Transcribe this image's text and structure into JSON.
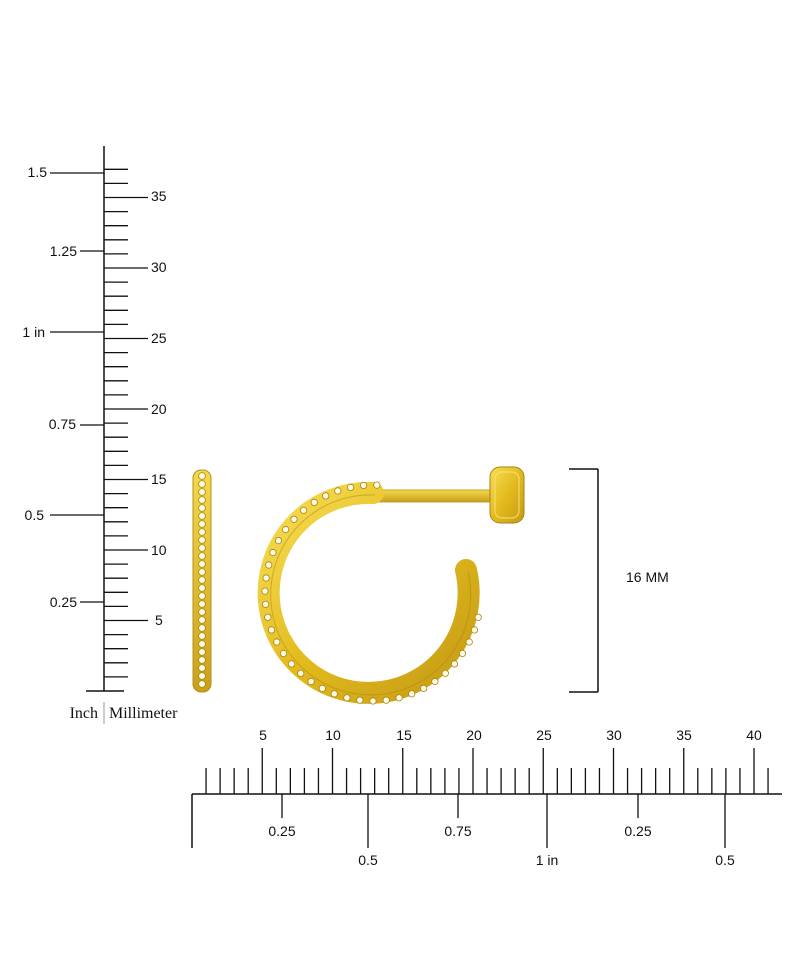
{
  "vertical_ruler": {
    "inch_labels": [
      "1.5",
      "1.25",
      "1 in",
      "0.75",
      "0.5",
      "0.25"
    ],
    "mm_labels": [
      "35",
      "30",
      "25",
      "20",
      "15",
      "10",
      "5"
    ],
    "inch_caption": "Inch",
    "mm_caption": "Millimeter"
  },
  "horizontal_ruler": {
    "mm_labels": [
      "5",
      "10",
      "15",
      "20",
      "25",
      "30",
      "35",
      "40"
    ],
    "inch_labels_row1": [
      "0.25",
      "0.75",
      "0.25"
    ],
    "inch_labels_row2": [
      "0.5",
      "1 in",
      "0.5"
    ]
  },
  "dimension": {
    "label": "16 MM"
  },
  "colors": {
    "gold": "#e9c62a",
    "gold_dark": "#b8901a",
    "ink": "#111111"
  }
}
